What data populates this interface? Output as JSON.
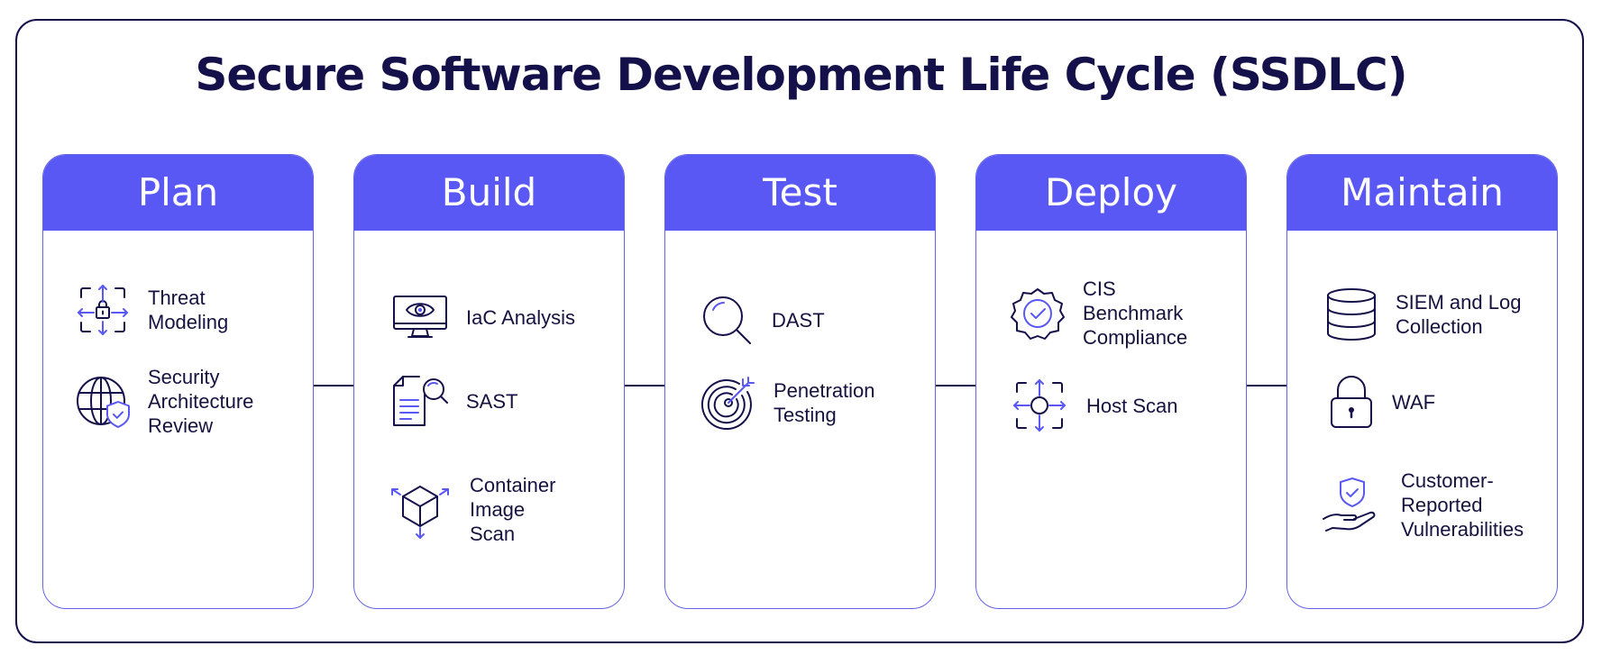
{
  "title": "Secure Software Development Life Cycle (SSDLC)",
  "colors": {
    "navy": "#14104a",
    "accent": "#5a58f5",
    "accent_light": "#6463e4",
    "text": "#15123f"
  },
  "stages": [
    {
      "name": "Plan",
      "items": [
        {
          "label": "Threat\nModeling",
          "icon": "threat-modeling-icon"
        },
        {
          "label": "Security\nArchitecture\nReview",
          "icon": "globe-shield-icon"
        }
      ]
    },
    {
      "name": "Build",
      "items": [
        {
          "label": "IaC Analysis",
          "icon": "monitor-eye-icon"
        },
        {
          "label": "SAST",
          "icon": "document-search-icon"
        },
        {
          "label": "Container\nImage\nScan",
          "icon": "cube-icon"
        }
      ]
    },
    {
      "name": "Test",
      "items": [
        {
          "label": "DAST",
          "icon": "magnifier-icon"
        },
        {
          "label": "Penetration\nTesting",
          "icon": "target-icon"
        }
      ]
    },
    {
      "name": "Deploy",
      "items": [
        {
          "label": "CIS\nBenchmark\nCompliance",
          "icon": "badge-check-icon"
        },
        {
          "label": "Host Scan",
          "icon": "scan-target-icon"
        }
      ]
    },
    {
      "name": "Maintain",
      "items": [
        {
          "label": "SIEM and Log\nCollection",
          "icon": "database-icon"
        },
        {
          "label": "WAF",
          "icon": "padlock-icon"
        },
        {
          "label": "Customer-\nReported\nVulnerabilities",
          "icon": "hand-shield-icon"
        }
      ]
    }
  ]
}
